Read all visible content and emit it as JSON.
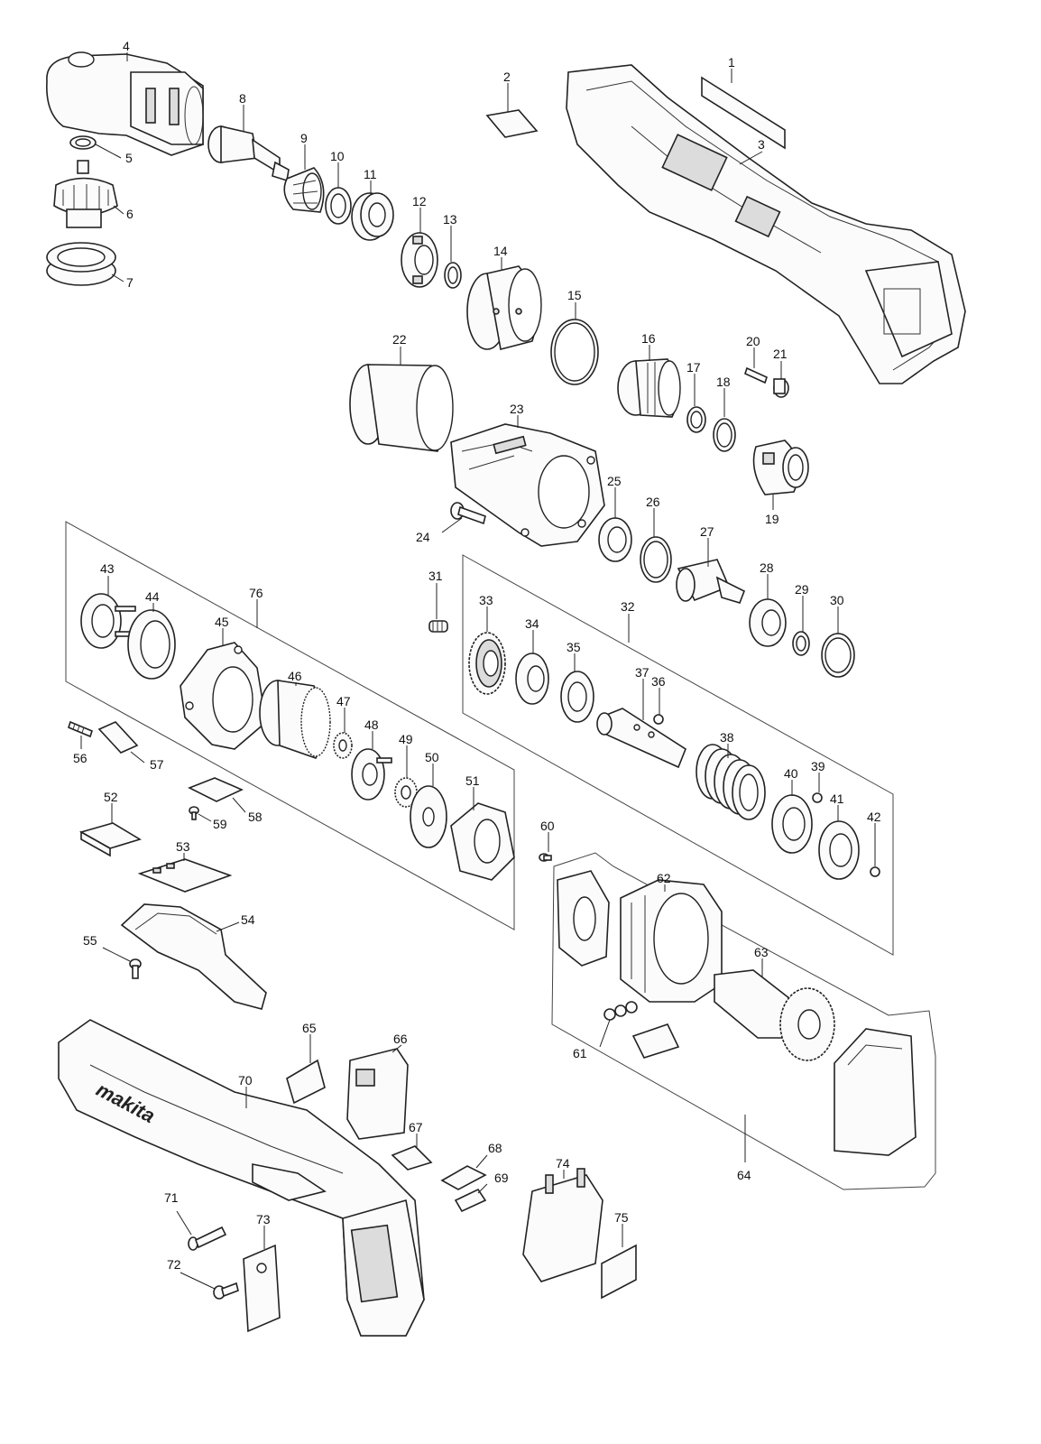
{
  "diagram": {
    "labels": [
      "1",
      "2",
      "3",
      "4",
      "5",
      "6",
      "7",
      "8",
      "9",
      "10",
      "11",
      "12",
      "13",
      "14",
      "15",
      "16",
      "17",
      "18",
      "19",
      "20",
      "21",
      "22",
      "23",
      "24",
      "25",
      "26",
      "27",
      "28",
      "29",
      "30",
      "31",
      "32",
      "33",
      "34",
      "35",
      "36",
      "37",
      "38",
      "39",
      "40",
      "41",
      "42",
      "43",
      "44",
      "45",
      "46",
      "47",
      "48",
      "49",
      "50",
      "51",
      "52",
      "53",
      "54",
      "55",
      "56",
      "57",
      "58",
      "59",
      "60",
      "61",
      "62",
      "63",
      "64",
      "65",
      "66",
      "67",
      "68",
      "69",
      "70",
      "71",
      "72",
      "73",
      "74",
      "75",
      "76"
    ],
    "housing_logo": "makita"
  }
}
